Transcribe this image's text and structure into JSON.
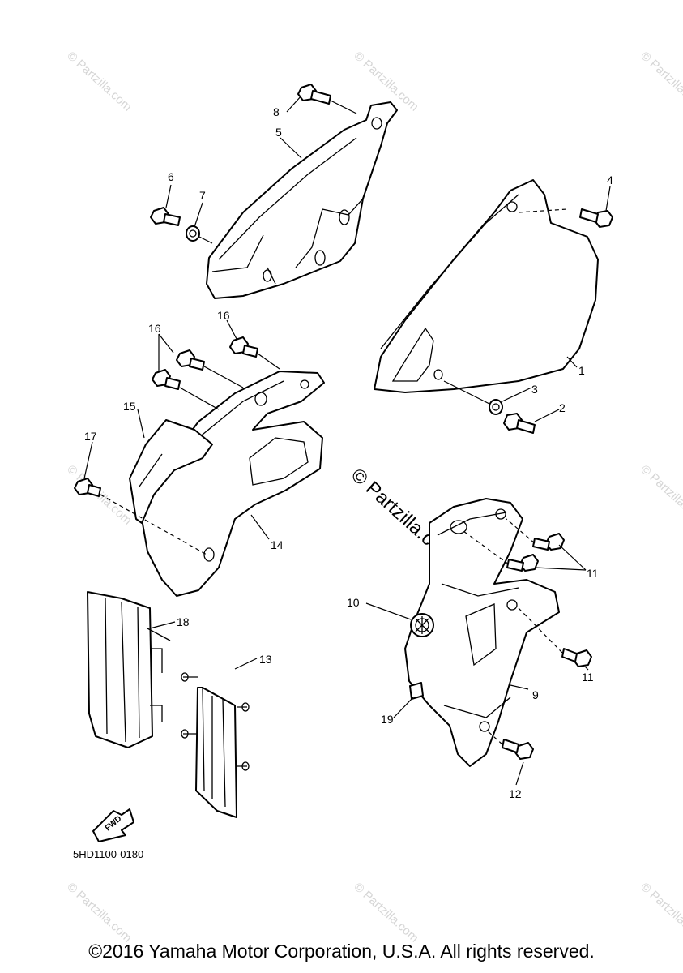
{
  "diagram": {
    "catalog_code": "5HD1100-0180",
    "fwd_label": "FWD",
    "watermark": "© Partzilla.com",
    "callouts": {
      "c1": "1",
      "c2": "2",
      "c3": "3",
      "c4": "4",
      "c5": "5",
      "c6": "6",
      "c7": "7",
      "c8": "8",
      "c9": "9",
      "c10": "10",
      "c11a": "11",
      "c11b": "11",
      "c12": "12",
      "c13": "13",
      "c14": "14",
      "c15": "15",
      "c16a": "16",
      "c16b": "16",
      "c17": "17",
      "c18": "18",
      "c19": "19"
    }
  },
  "footer": {
    "copyright": "©2016 Yamaha Motor Corporation, U.S.A. All rights reserved."
  }
}
